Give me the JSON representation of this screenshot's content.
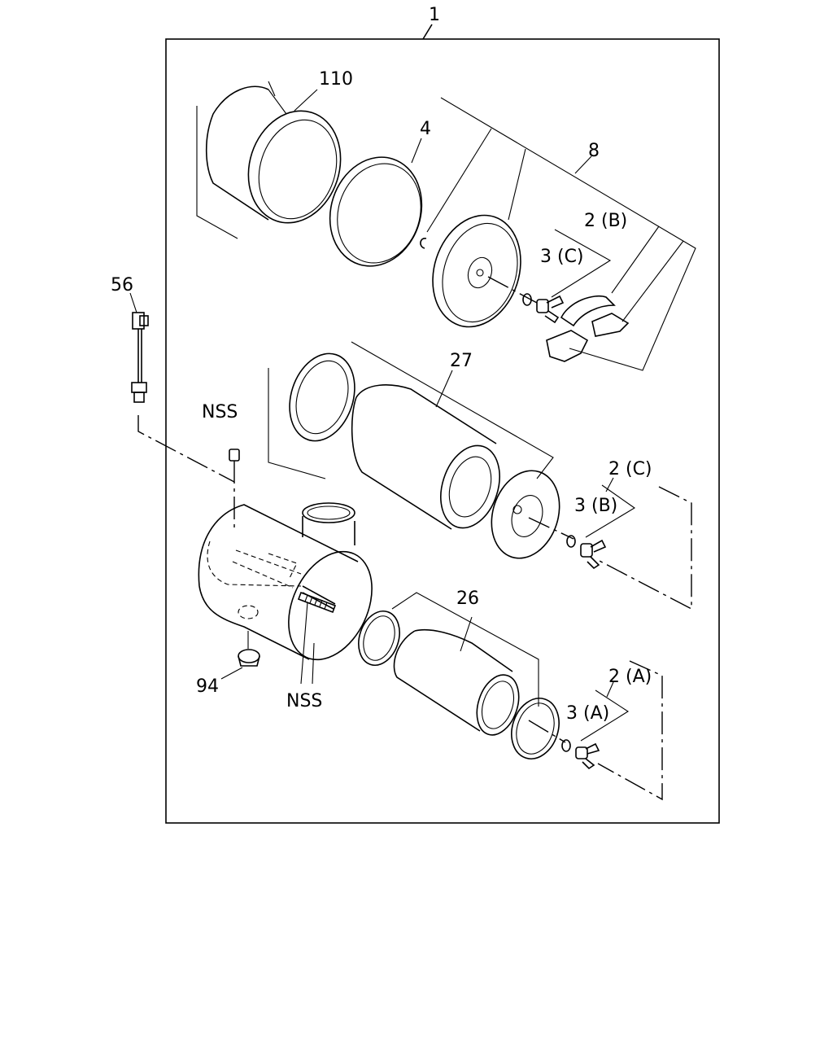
{
  "callouts": {
    "c1": "1",
    "c110": "110",
    "c4": "4",
    "c8": "8",
    "c2b": "2 (B)",
    "c3c": "3 (C)",
    "c56": "56",
    "c27": "27",
    "cnss_top": "NSS",
    "c2c": "2 (C)",
    "c3b": "3 (B)",
    "c26": "26",
    "c2a": "2 (A)",
    "c3a": "3 (A)",
    "c94": "94",
    "cnss_bottom": "NSS"
  }
}
